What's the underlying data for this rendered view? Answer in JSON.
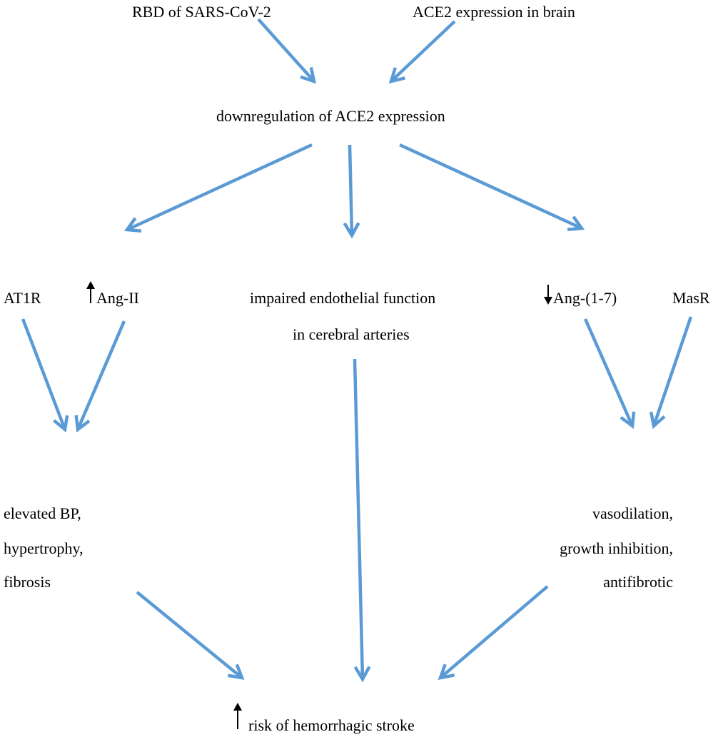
{
  "colors": {
    "arrow": "#5b9bd5",
    "text": "#000000"
  },
  "labels": {
    "rbd": "RBD of SARS-CoV-2",
    "ace2_brain": "ACE2 expression in brain",
    "downregulation": "downregulation of ACE2 expression",
    "at1r": "AT1R",
    "ang2": "Ang-II",
    "endothelial_1": "impaired endothelial function",
    "endothelial_2": "in cerebral arteries",
    "ang17": "Ang-(1-7)",
    "masr": "MasR",
    "left_effect_1": "elevated BP,",
    "left_effect_2": "hypertrophy,",
    "left_effect_3": "fibrosis",
    "right_effect_1": "vasodilation,",
    "right_effect_2": "growth inhibition,",
    "right_effect_3": "antifibrotic",
    "outcome": "risk of hemorrhagic stroke"
  },
  "indicators": {
    "ang2": "up-arrow-icon",
    "ang17": "down-arrow-icon",
    "outcome": "up-arrow-icon"
  }
}
